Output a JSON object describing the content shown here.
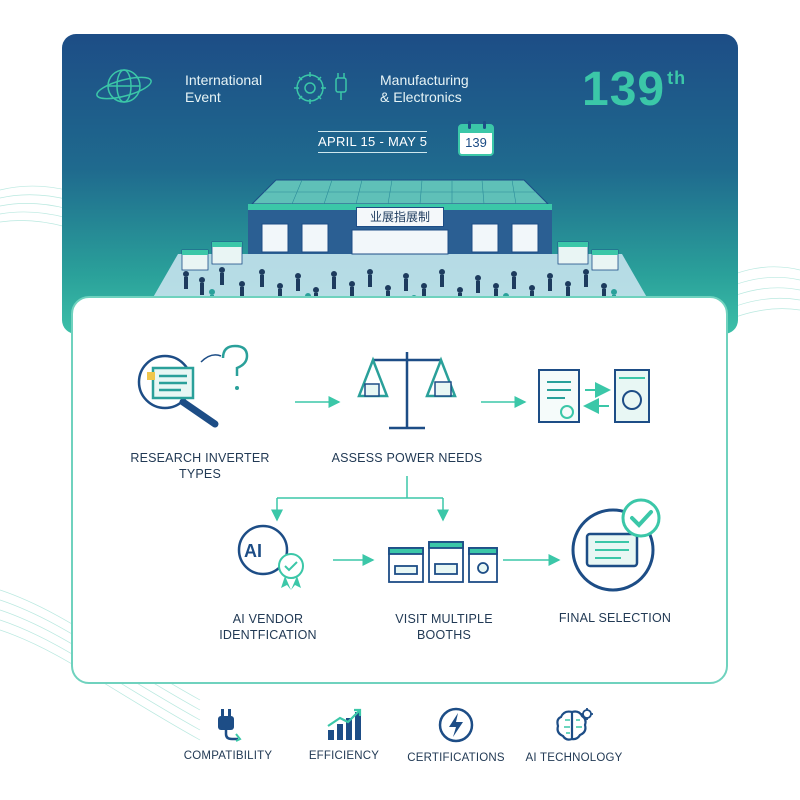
{
  "banner": {
    "label_1": "International\nEvent",
    "label_2": "Manufacturing\n& Electronics",
    "edition_number": "139",
    "edition_suffix": "th",
    "dates": "APRIL 15 - MAY 5",
    "calendar_number": "139",
    "hall_sign": "业展指展制"
  },
  "steps": [
    {
      "label": "RESEARCH INVERTER TYPES",
      "icon": "magnifier-document-question-icon"
    },
    {
      "label": "ASSESS POWER NEEDS",
      "icon": "balance-scale-icon"
    },
    {
      "label": "",
      "icon": "document-certificate-inverter-icon"
    },
    {
      "label": "AI VENDOR\nIDENTFICATION",
      "icon": "ai-badge-icon",
      "ai_text": "AI"
    },
    {
      "label": "VISIT MULTIPLE\nBOOTHS",
      "icon": "booths-icon"
    },
    {
      "label": "FINAL SELECTION",
      "icon": "inverter-checkmark-icon"
    }
  ],
  "features": [
    {
      "label": "COMPATIBILITY",
      "icon": "plug-icon"
    },
    {
      "label": "EFFICIENCY",
      "icon": "bar-chart-icon"
    },
    {
      "label": "CERTIFICATIONS",
      "icon": "lightning-badge-icon"
    },
    {
      "label": "AI TECHNOLOGY",
      "icon": "brain-gear-icon"
    }
  ],
  "colors": {
    "navy": "#1d4d86",
    "teal": "#2aa09a",
    "mint": "#3bc7a8",
    "panel_border": "#6fd2be",
    "text": "#223a55"
  }
}
